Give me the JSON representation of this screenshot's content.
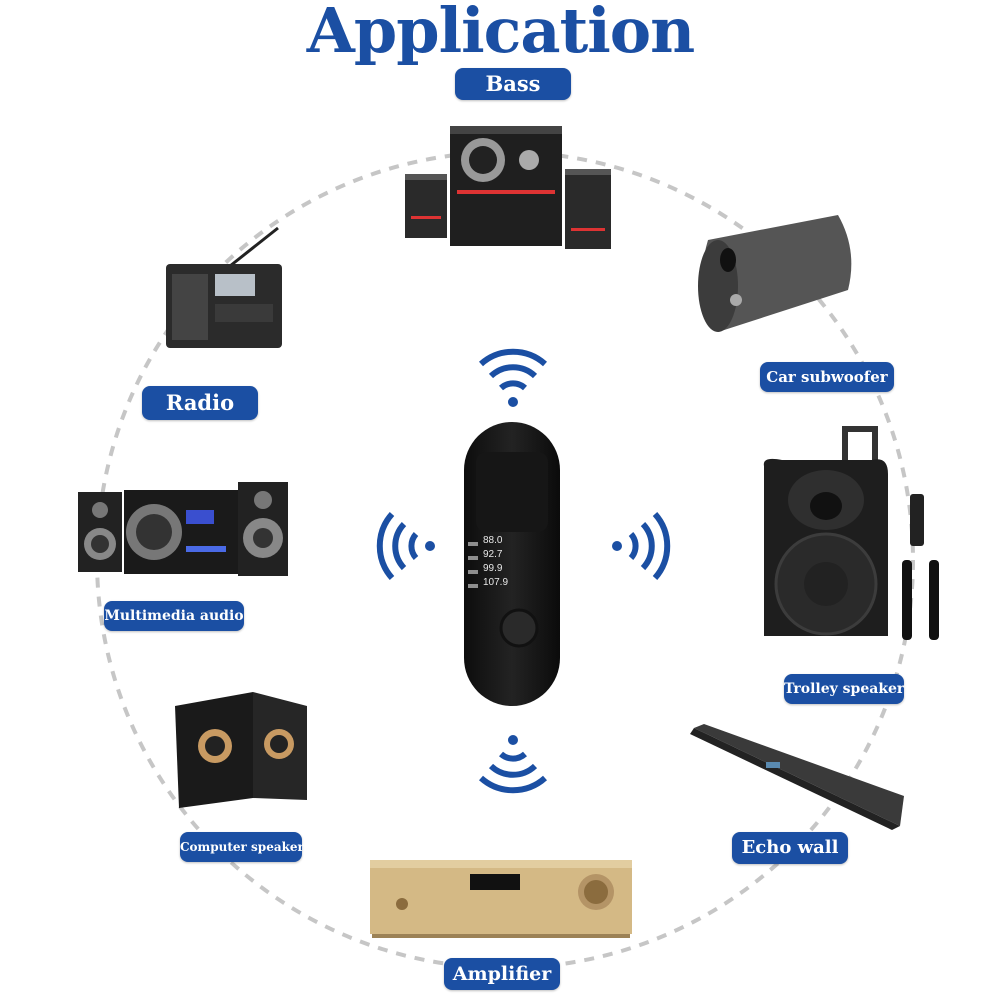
{
  "title": "Application",
  "labels": {
    "bass": "Bass",
    "car_subwoofer": "Car subwoofer",
    "radio": "Radio",
    "multimedia_audio": "Multimedia audio",
    "trolley_speaker": "Trolley speaker",
    "computer_speaker": "Computer speaker",
    "echo_wall": "Echo wall",
    "amplifier": "Amplifier"
  },
  "device": {
    "frequencies": [
      "88.0",
      "92.7",
      "99.9",
      "107.9"
    ]
  },
  "colors": {
    "accent": "#1b4fa3",
    "ring": "#c8c8c8",
    "signal": "#1b4fa3"
  }
}
